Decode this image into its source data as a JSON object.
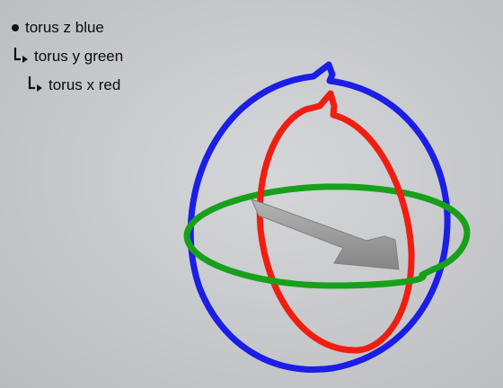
{
  "outliner": {
    "items": [
      {
        "label": "torus z blue",
        "depth": 0
      },
      {
        "label": "torus y green",
        "depth": 1
      },
      {
        "label": "torus x red",
        "depth": 2
      }
    ]
  },
  "colors": {
    "background": "#c6c8cb",
    "torus_z": "#1a1ee6",
    "torus_y": "#18a01a",
    "torus_x": "#f01e10",
    "arrow": "#9a9a9a"
  }
}
